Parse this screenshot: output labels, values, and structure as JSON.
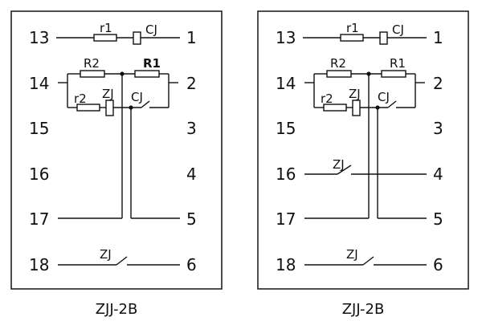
{
  "panels": [
    {
      "caption": "ZJJ-2B",
      "left_terminals": [
        "13",
        "14",
        "15",
        "16",
        "17",
        "18"
      ],
      "right_terminals": [
        "1",
        "2",
        "3",
        "4",
        "5",
        "6"
      ],
      "labels": {
        "r1": "r1",
        "cj_coil": "CJ",
        "R2": "R2",
        "R1": "R1",
        "r2": "r2",
        "zj_coil": "ZJ",
        "cj_contact": "CJ",
        "zj_contact_18_6": "ZJ"
      }
    },
    {
      "caption": "ZJJ-2B",
      "left_terminals": [
        "13",
        "14",
        "15",
        "16",
        "17",
        "18"
      ],
      "right_terminals": [
        "1",
        "2",
        "3",
        "4",
        "5",
        "6"
      ],
      "labels": {
        "r1": "r1",
        "cj_coil": "CJ",
        "R2": "R2",
        "R1": "R1",
        "r2": "r2",
        "zj_coil": "ZJ",
        "cj_contact": "CJ",
        "zj_contact_16_4": "ZJ",
        "zj_contact_18_6": "ZJ"
      }
    }
  ]
}
